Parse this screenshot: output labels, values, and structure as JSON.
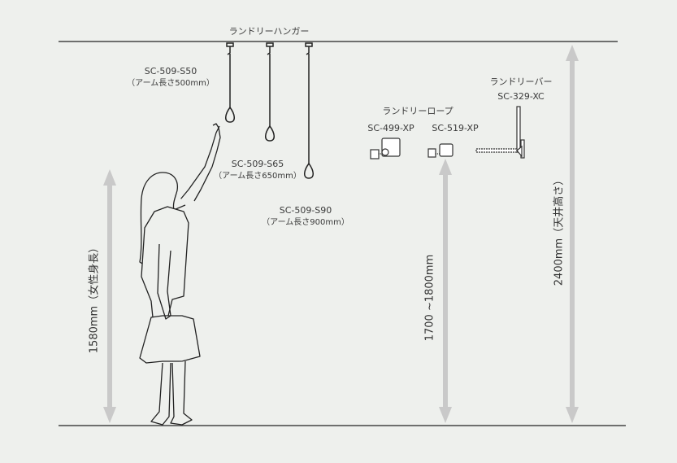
{
  "hanger": {
    "title": "ランドリーハンガー",
    "items": [
      {
        "model": "SC-509-S50",
        "arm": "（アーム長さ500mm）"
      },
      {
        "model": "SC-509-S65",
        "arm": "（アーム長さ650mm）"
      },
      {
        "model": "SC-509-S90",
        "arm": "（アーム長さ900mm）"
      }
    ]
  },
  "rope": {
    "title": "ランドリーロープ",
    "items": [
      "SC-499-XP",
      "SC-519-XP"
    ]
  },
  "bar": {
    "title": "ランドリーバー",
    "model": "SC-329-XC"
  },
  "dimensions": {
    "woman": "1580mm（女性身長）",
    "rope_height": "1700 ~1800mm",
    "ceiling": "2400mm（天井高さ）"
  },
  "colors": {
    "background": "#eef0ed",
    "line": "#333333",
    "arrow": "#c9c9c9"
  }
}
